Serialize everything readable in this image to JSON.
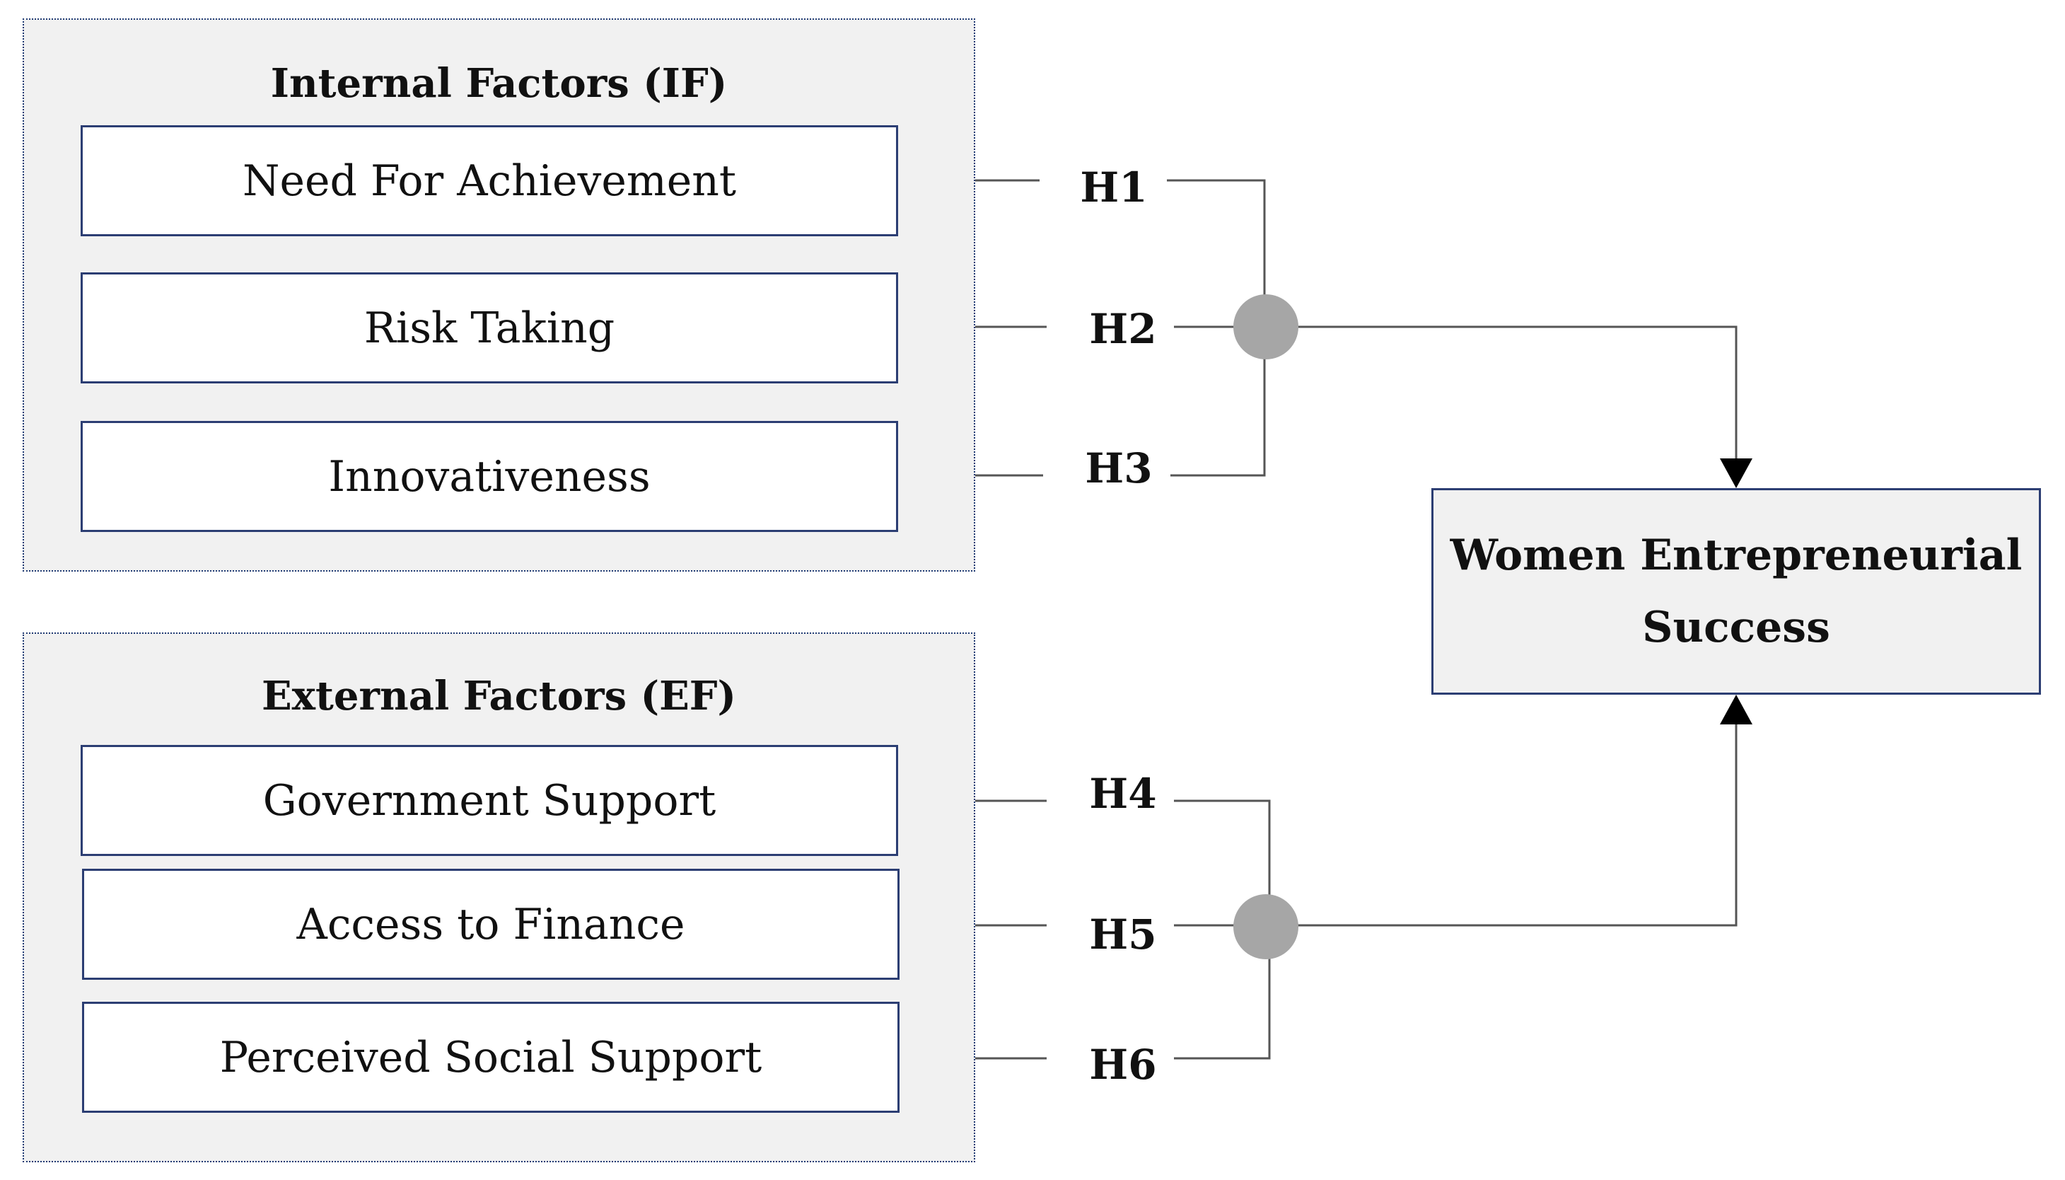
{
  "internal_group": {
    "title": "Internal Factors (IF)",
    "factors": [
      "Need For Achievement",
      "Risk Taking",
      "Innovativeness"
    ]
  },
  "external_group": {
    "title": "External Factors (EF)",
    "factors": [
      "Government Support",
      "Access to Finance",
      "Perceived Social Support"
    ]
  },
  "hypotheses": [
    "H1",
    "H2",
    "H3",
    "H4",
    "H5",
    "H6"
  ],
  "outcome": {
    "line1": "Women Entrepreneurial",
    "line2": "Success"
  },
  "colors": {
    "group_fill": "#f1f1f1",
    "box_border": "#2c3e73",
    "connector": "#555555",
    "junction": "#a6a6a6"
  }
}
